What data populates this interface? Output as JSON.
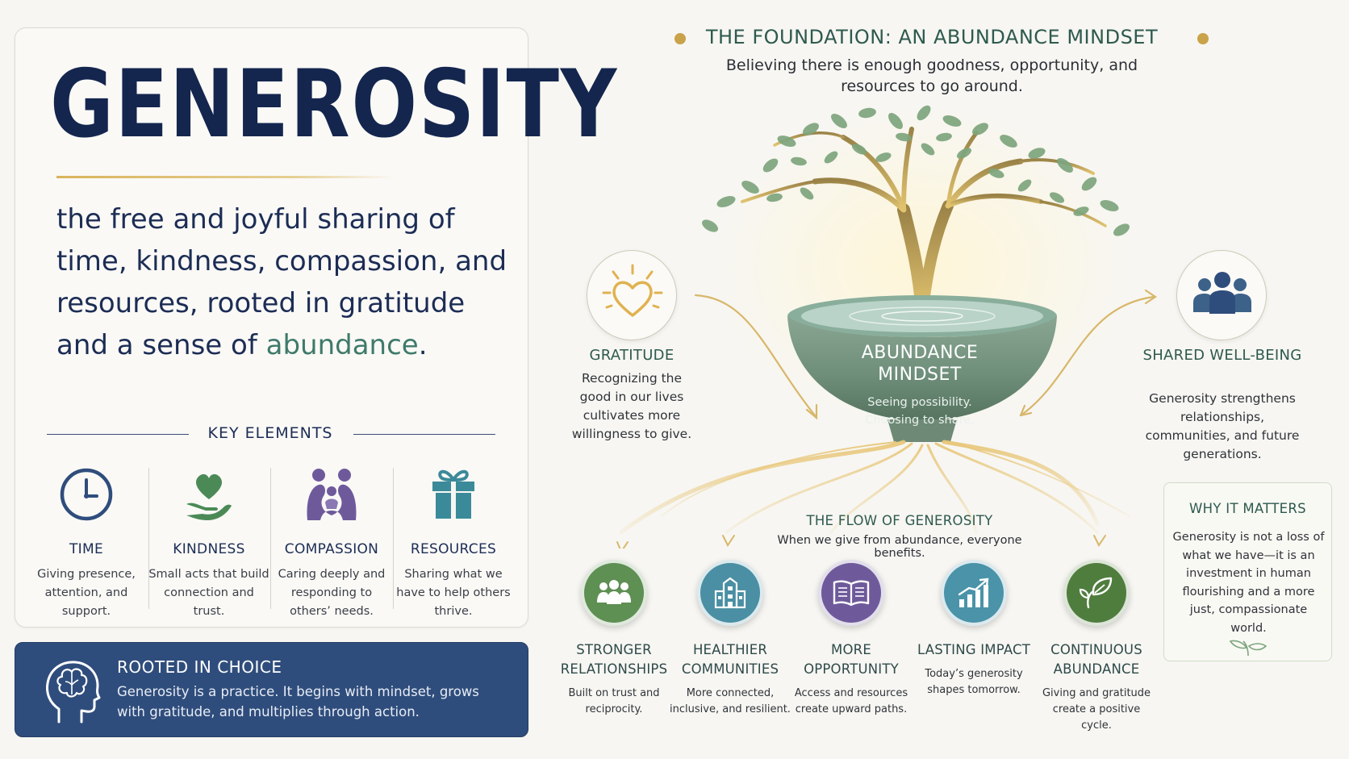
{
  "title": "GENEROSITY",
  "definition": {
    "text": "the free and joyful sharing of time, kindness, compassion, and resources, rooted in gratitude and a sense of",
    "highlight": "abundance",
    "end": "."
  },
  "key_elements": {
    "heading": "KEY ELEMENTS",
    "items": [
      {
        "name": "TIME",
        "desc": "Giving presence, attention, and support.",
        "icon": "clock-icon"
      },
      {
        "name": "KINDNESS",
        "desc": "Small acts that build connection and trust.",
        "icon": "heart-hand-icon"
      },
      {
        "name": "COMPASSION",
        "desc": "Caring deeply and responding to others’ needs.",
        "icon": "embrace-icon"
      },
      {
        "name": "RESOURCES",
        "desc": "Sharing what we have to help others thrive.",
        "icon": "gift-icon"
      }
    ]
  },
  "rooted": {
    "title": "ROOTED IN CHOICE",
    "desc": "Generosity is a practice. It begins with mindset, grows with gratitude, and multiplies through action.",
    "icon": "brain-head-icon"
  },
  "foundation": {
    "title": "THE FOUNDATION: AN ABUNDANCE MINDSET",
    "subtitle": "Believing there is enough goodness, opportunity, and resources to go around."
  },
  "bowl": {
    "title": "ABUNDANCE MINDSET",
    "subtitle": "Seeing possibility. Choosing to share."
  },
  "gratitude": {
    "title": "GRATITUDE",
    "desc": "Recognizing the good in our lives cultivates more willingness to give.",
    "icon": "radiant-heart-icon"
  },
  "shared": {
    "title": "SHARED WELL-BEING",
    "desc": "Generosity strengthens relationships, communities, and future generations.",
    "icon": "people-group-icon"
  },
  "flow": {
    "title": "THE FLOW OF GENEROSITY",
    "subtitle": "When we give from abundance, everyone benefits."
  },
  "benefits": [
    {
      "name": "STRONGER RELATIONSHIPS",
      "desc": "Built on trust and reciprocity.",
      "color": "#5e8f53",
      "icon": "group-icon"
    },
    {
      "name": "HEALTHIER COMMUNITIES",
      "desc": "More connected, inclusive, and resilient.",
      "color": "#4a8fa3",
      "icon": "building-icon"
    },
    {
      "name": "MORE OPPORTUNITY",
      "desc": "Access and resources create upward paths.",
      "color": "#6e5a9b",
      "icon": "book-icon"
    },
    {
      "name": "LASTING IMPACT",
      "desc": "Today’s generosity shapes tomorrow.",
      "color": "#4a93a9",
      "icon": "growth-chart-icon"
    },
    {
      "name": "CONTINUOUS ABUNDANCE",
      "desc": "Giving and gratitude create a positive cycle.",
      "color": "#4f7d3e",
      "icon": "sprout-icon"
    }
  ],
  "why": {
    "title": "WHY IT MATTERS",
    "desc": "Generosity is not a loss of what we have—it is an investment in human flourishing and a more just, compassionate world."
  },
  "colors": {
    "navy": "#14264e",
    "gold": "#c9a24a",
    "green": "#2e5a4f",
    "panel": "#2f4d7c"
  }
}
